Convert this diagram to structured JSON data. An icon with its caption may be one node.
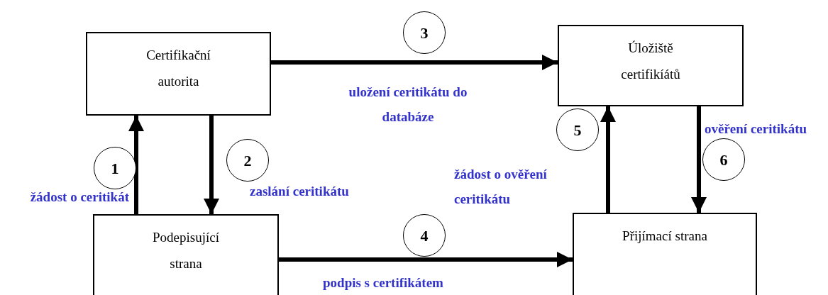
{
  "diagram": {
    "nodes": [
      {
        "text": [
          "Certifikační autorita"
        ]
      },
      {
        "text": [
          "Úložiště certifikíátů"
        ]
      },
      {
        "text": [
          "Podepisující strana"
        ]
      },
      {
        "text": [
          "Přijímací strana"
        ]
      },
      {
        "text": [
          "1"
        ]
      },
      {
        "text": [
          "2"
        ]
      },
      {
        "text": [
          "3"
        ]
      },
      {
        "text": [
          "4"
        ]
      },
      {
        "text": [
          "5"
        ]
      },
      {
        "text": [
          "6"
        ]
      }
    ],
    "edges": [
      {
        "from": 0,
        "to": 1,
        "arrow": "to",
        "label": "uložení ceritikátu do databáze"
      },
      {
        "from": 2,
        "to": 0,
        "arrow": "to",
        "label": "žádost o ceritikát"
      },
      {
        "from": 0,
        "to": 2,
        "arrow": "to",
        "label": "zaslání ceritikátu"
      },
      {
        "from": 2,
        "to": 3,
        "arrow": "to",
        "label": "podpis s certifikátem"
      },
      {
        "from": 3,
        "to": 1,
        "arrow": "to",
        "label": "žádost o ověření ceritikátu"
      },
      {
        "from": 1,
        "to": 3,
        "arrow": "to",
        "label": "ověření ceritikátu"
      }
    ]
  }
}
